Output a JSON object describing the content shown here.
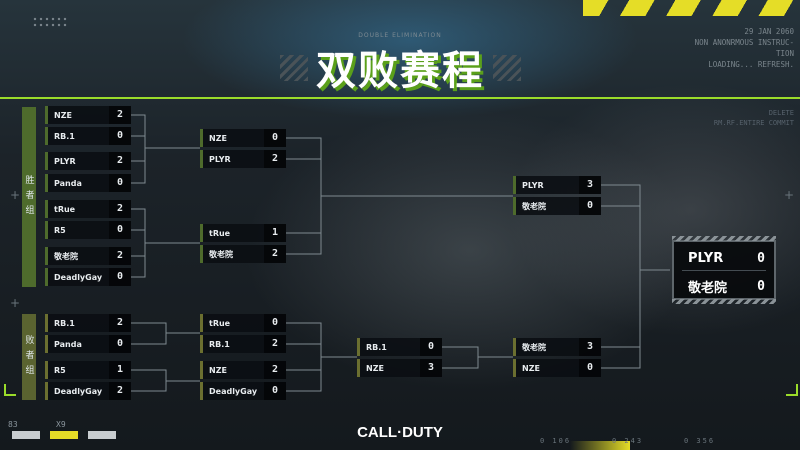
{
  "header": {
    "title": "双败赛程",
    "subtitle": "DOUBLE ELIMINATION",
    "info_lines": [
      "29 JAN 2060",
      "NON ANONRMOUS INSTRUC-",
      "TION",
      "LOADING... REFRESH."
    ],
    "side_lines": [
      "DELETE",
      "RM.RF.ENTIRE COMMIT"
    ]
  },
  "groups": {
    "winners": "胜者组",
    "losers": "败者组"
  },
  "winners_round1": [
    {
      "team": "NZE",
      "score": "2"
    },
    {
      "team": "RB.1",
      "score": "0"
    },
    {
      "team": "PLYR",
      "score": "2"
    },
    {
      "team": "Panda",
      "score": "0"
    },
    {
      "team": "tRue",
      "score": "2"
    },
    {
      "team": "R5",
      "score": "0"
    },
    {
      "team": "敬老院",
      "score": "2"
    },
    {
      "team": "DeadlyGay",
      "score": "0"
    }
  ],
  "winners_round2": [
    {
      "team": "NZE",
      "score": "0"
    },
    {
      "team": "PLYR",
      "score": "2"
    },
    {
      "team": "tRue",
      "score": "1"
    },
    {
      "team": "敬老院",
      "score": "2"
    }
  ],
  "winners_final": [
    {
      "team": "PLYR",
      "score": "3"
    },
    {
      "team": "敬老院",
      "score": "0"
    }
  ],
  "losers_round1": [
    {
      "team": "RB.1",
      "score": "2"
    },
    {
      "team": "Panda",
      "score": "0"
    },
    {
      "team": "R5",
      "score": "1"
    },
    {
      "team": "DeadlyGay",
      "score": "2"
    }
  ],
  "losers_round2": [
    {
      "team": "tRue",
      "score": "0"
    },
    {
      "team": "RB.1",
      "score": "2"
    },
    {
      "team": "NZE",
      "score": "2"
    },
    {
      "team": "DeadlyGay",
      "score": "0"
    }
  ],
  "losers_round3": [
    {
      "team": "RB.1",
      "score": "0"
    },
    {
      "team": "NZE",
      "score": "3"
    }
  ],
  "losers_final": [
    {
      "team": "敬老院",
      "score": "3"
    },
    {
      "team": "NZE",
      "score": "0"
    }
  ],
  "grand_final": [
    {
      "team": "PLYR",
      "score": "0"
    },
    {
      "team": "敬老院",
      "score": "0"
    }
  ],
  "footer": {
    "logo": "CALL·DUTY",
    "tab_numbers": [
      "83",
      "X9"
    ],
    "readouts": [
      "0 106",
      "0 243",
      "0 356"
    ]
  },
  "colors": {
    "accent_green": "#9bdc2a",
    "hazard_yellow": "#e5dd27",
    "winners_bar": "#4e6b2c",
    "losers_bar": "#5a6330"
  }
}
